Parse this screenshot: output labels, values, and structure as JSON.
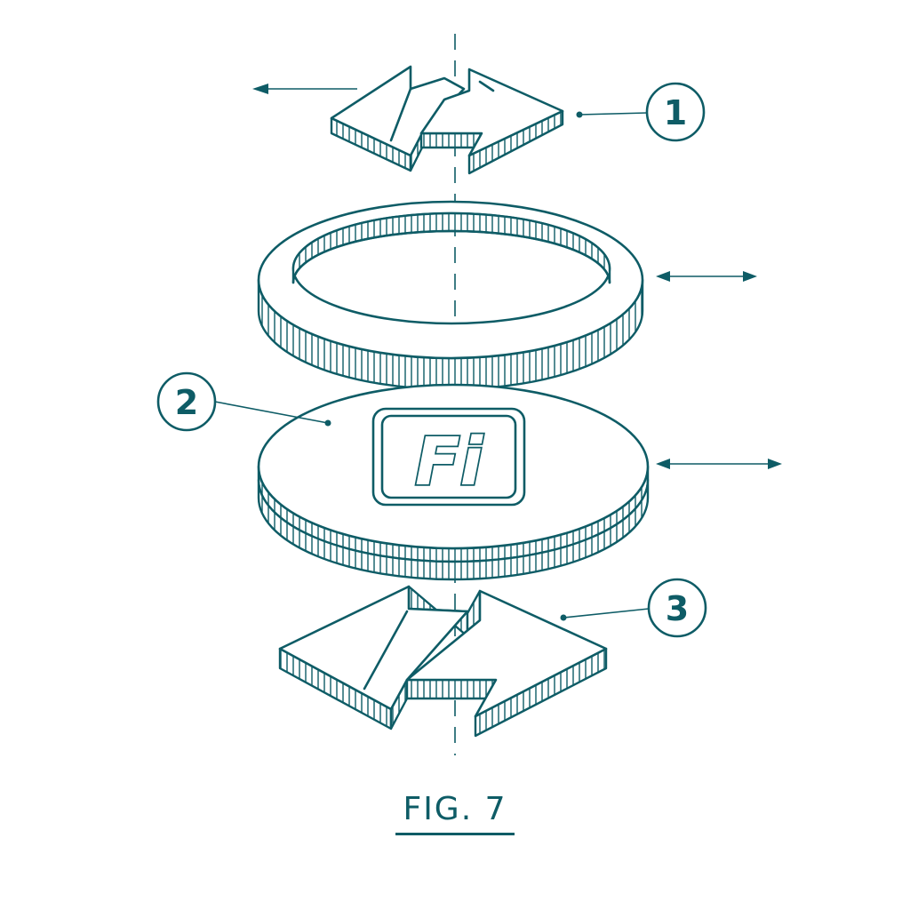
{
  "figure": {
    "caption": "FIG. 7",
    "logo_text": "Fi"
  },
  "callouts": [
    {
      "id": "1",
      "label": "1"
    },
    {
      "id": "2",
      "label": "2"
    },
    {
      "id": "3",
      "label": "3"
    }
  ],
  "colors": {
    "line": "#0e5c66",
    "background": "#ffffff"
  }
}
